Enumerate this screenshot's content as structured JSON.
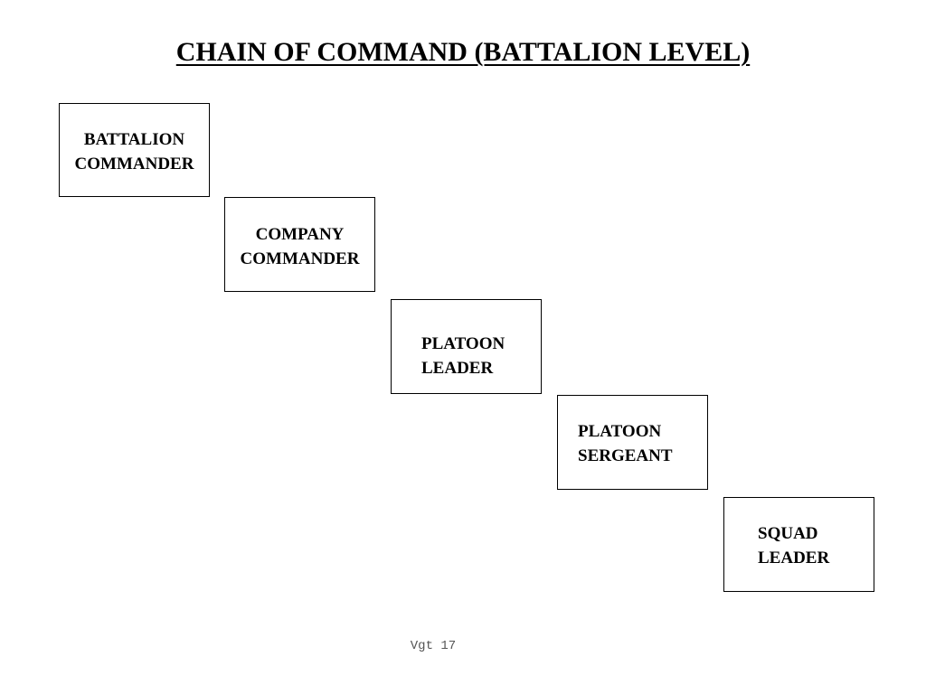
{
  "title": "CHAIN OF COMMAND (BATTALION LEVEL)",
  "boxes": [
    {
      "line1": "BATTALION",
      "line2": "COMMANDER"
    },
    {
      "line1": "COMPANY",
      "line2": "COMMANDER"
    },
    {
      "line1": "PLATOON",
      "line2": "LEADER"
    },
    {
      "line1": "PLATOON",
      "line2": "SERGEANT"
    },
    {
      "line1": "SQUAD",
      "line2": "LEADER"
    }
  ],
  "footer": "Vgt 17"
}
